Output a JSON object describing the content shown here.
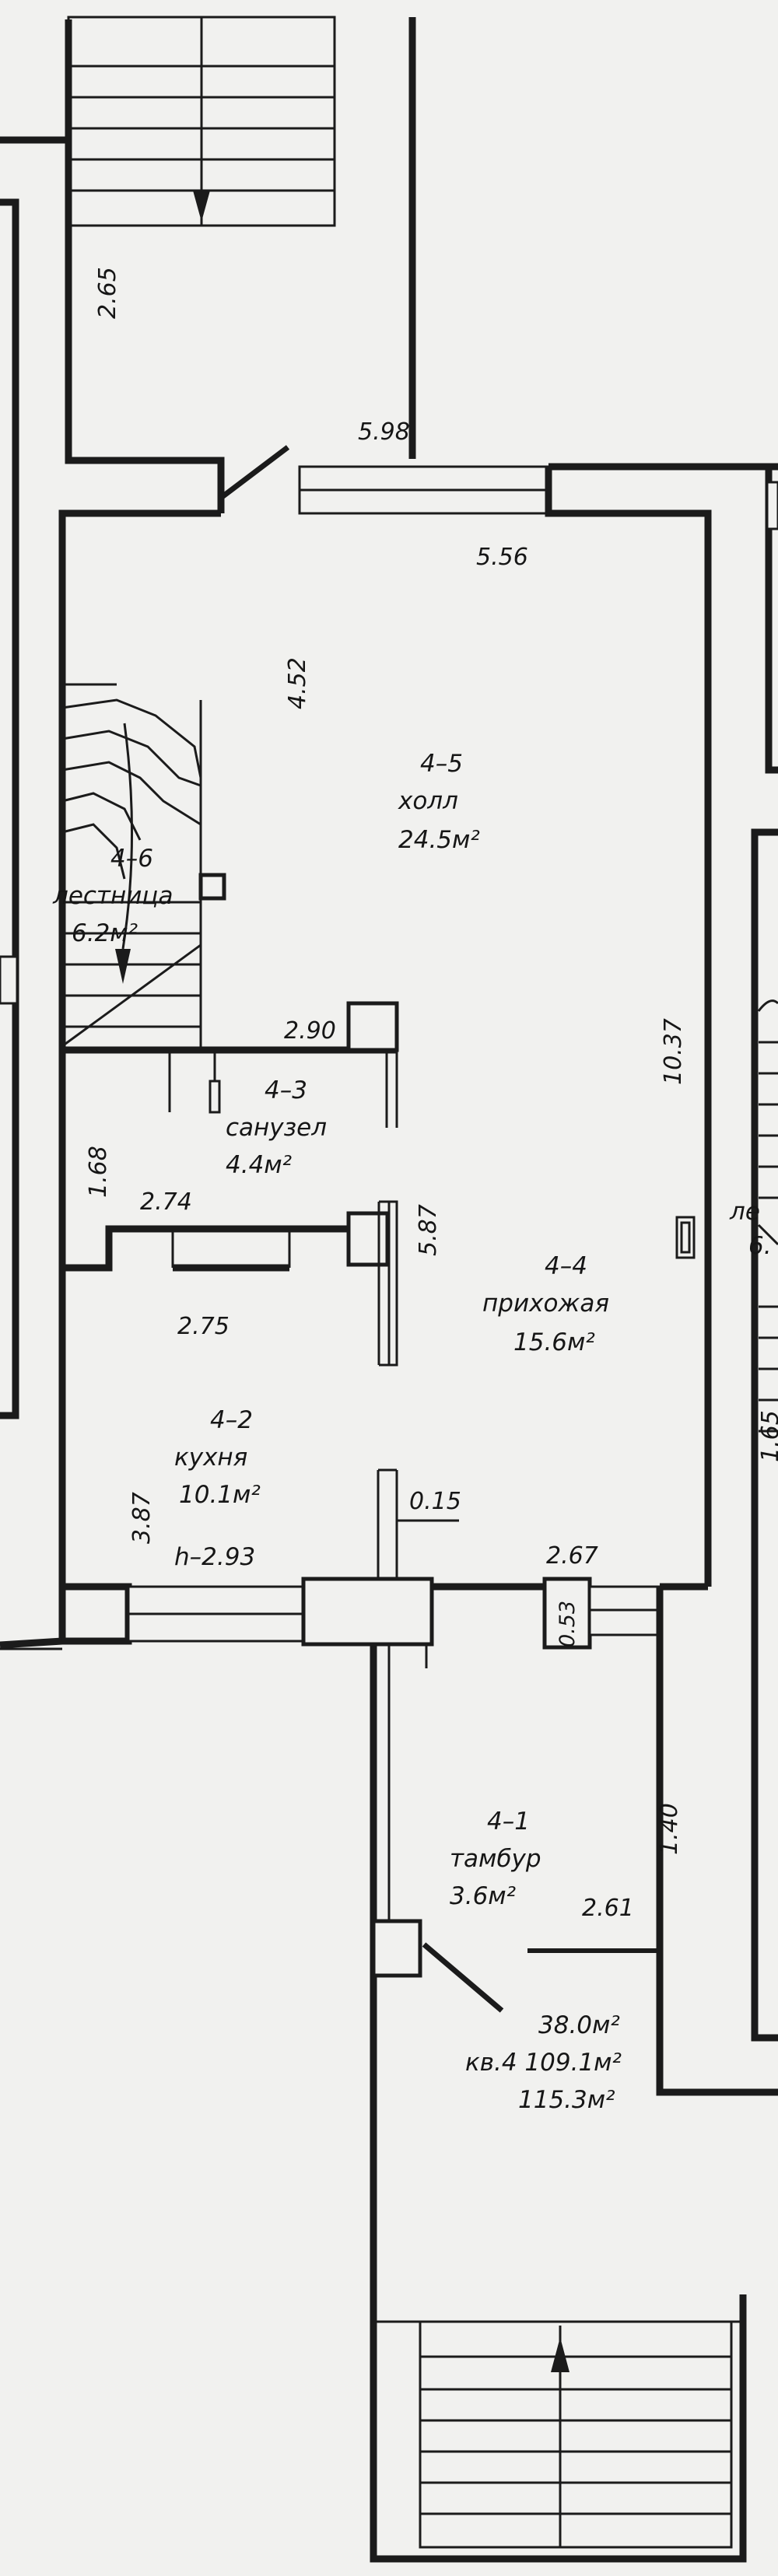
{
  "rooms": {
    "hall": {
      "number": "4–5",
      "name": "холл",
      "area": "24.5м²"
    },
    "stairs": {
      "number": "4–6",
      "name": "лестница",
      "area": "6.2м²"
    },
    "bathroom": {
      "number": "4–3",
      "name": "санузел",
      "area": "4.4м²"
    },
    "hallway": {
      "number": "4–4",
      "name": "прихожая",
      "area": "15.6м²"
    },
    "kitchen": {
      "number": "4–2",
      "name": "кухня",
      "area": "10.1м²"
    },
    "vestibule": {
      "number": "4–1",
      "name": "тамбур",
      "area": "3.6м²"
    }
  },
  "dimensions": {
    "d265": "2.65",
    "d598": "5.98",
    "d556": "5.56",
    "d452": "4.52",
    "d290": "2.90",
    "d168": "1.68",
    "d274": "2.74",
    "d587": "5.87",
    "d275": "2.75",
    "d387": "3.87",
    "d015": "0.15",
    "d1037": "10.37",
    "d267": "2.67",
    "d053": "0.53",
    "d140": "1.40",
    "d261": "2.61",
    "d165": "1.65"
  },
  "ceiling_height": "h–2.93",
  "apartment": {
    "area1": "38.0м²",
    "line2": "кв.4 109.1м²",
    "area3": "115.3м²"
  },
  "neighbor": {
    "label1": "ле",
    "label2": "6."
  }
}
